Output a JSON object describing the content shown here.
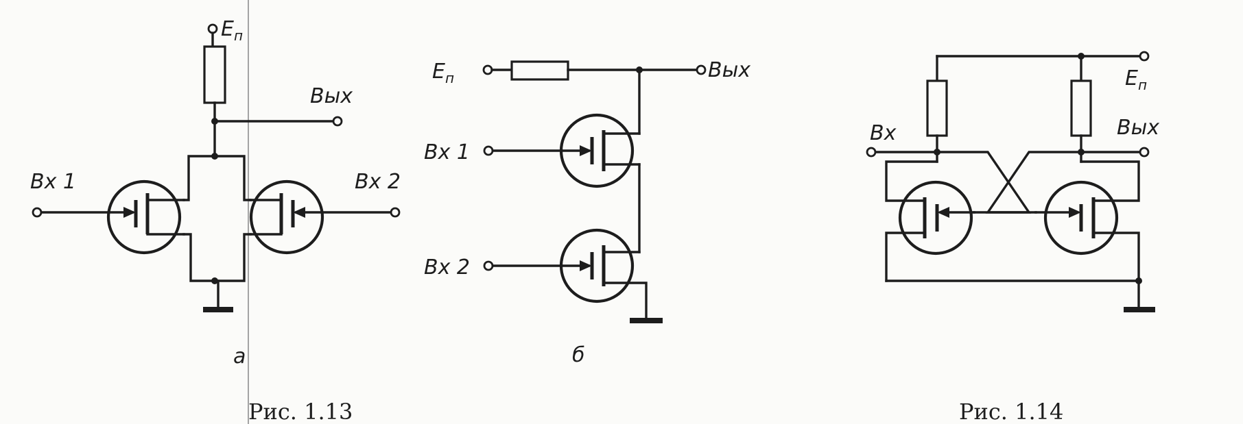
{
  "figure_1_13": {
    "a": {
      "supply": "E",
      "supply_sub": "п",
      "output": "Вых",
      "input1": "Вх 1",
      "input2": "Вх 2",
      "sublabel": "а"
    },
    "b": {
      "supply": "E",
      "supply_sub": "п",
      "output": "Вых",
      "input1": "Вх 1",
      "input2": "Вх 2",
      "sublabel": "б"
    },
    "caption": "Рис. 1.13"
  },
  "figure_1_14": {
    "supply": "E",
    "supply_sub": "п",
    "input": "Вх",
    "output": "Вых",
    "caption": "Рис. 1.14"
  }
}
